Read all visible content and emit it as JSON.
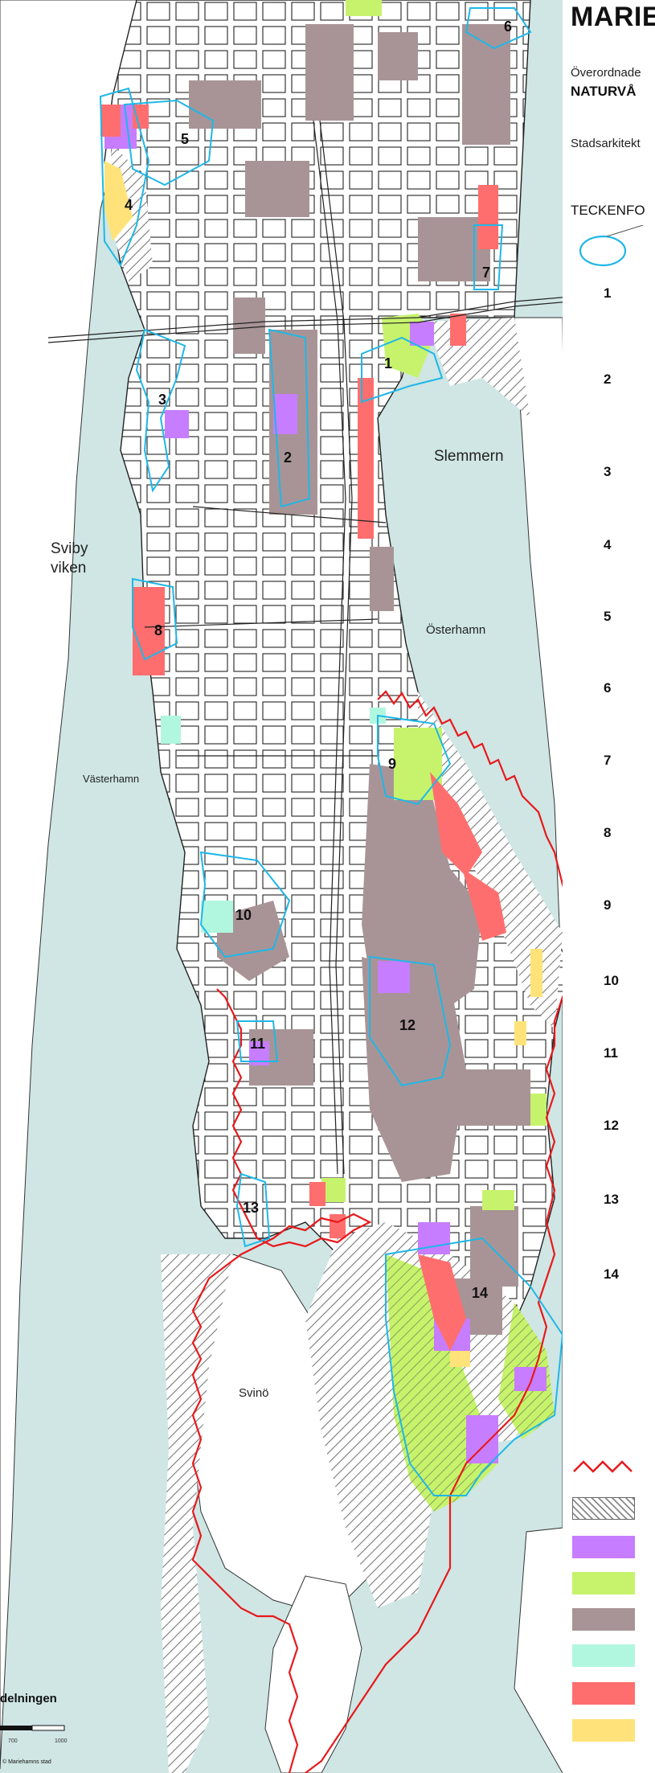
{
  "header": {
    "title": "MARIE",
    "subtitle_line1": "Överordnade",
    "subtitle_line2": "NATURVÅ",
    "subtitle_line3": "Stadsarkitekt"
  },
  "legend": {
    "title": "TECKENFO",
    "numbers": [
      "1",
      "2",
      "3",
      "4",
      "5",
      "6",
      "7",
      "8",
      "9",
      "10",
      "11",
      "12",
      "13",
      "14"
    ],
    "swatches": [
      {
        "name": "boundary-zigzag",
        "color": "#e8191c"
      },
      {
        "name": "hatched",
        "color": "#8a8a8a"
      },
      {
        "name": "purple",
        "color": "#c77dff"
      },
      {
        "name": "lime",
        "color": "#c6f36b"
      },
      {
        "name": "brown",
        "color": "#a89496"
      },
      {
        "name": "mint",
        "color": "#b1f7df"
      },
      {
        "name": "red",
        "color": "#ff6e6e"
      },
      {
        "name": "yellow",
        "color": "#ffe37a"
      }
    ]
  },
  "map": {
    "water_labels": {
      "slemmern": "Slemmern",
      "sviby": "Sviby",
      "viken": "viken",
      "osterhamn": "Österhamn",
      "vasterhamn": "Västerhamn",
      "svino": "Svinö"
    },
    "area_numbers": [
      "1",
      "2",
      "3",
      "4",
      "5",
      "6",
      "7",
      "8",
      "9",
      "10",
      "11",
      "12",
      "13",
      "14"
    ],
    "colors": {
      "water": "#cfe6e4",
      "land": "#ffffff",
      "brown": "#a89496",
      "lime": "#c6f36b",
      "purple": "#c77dff",
      "red": "#ff6e6e",
      "yellow": "#ffe37a",
      "mint": "#b1f7df",
      "cyan": "#1fb7e8",
      "boundary": "#e8191c"
    }
  },
  "scale": {
    "label": "delningen",
    "ticks": [
      "700",
      "1000"
    ],
    "copyright": "© Mariehamns stad"
  }
}
